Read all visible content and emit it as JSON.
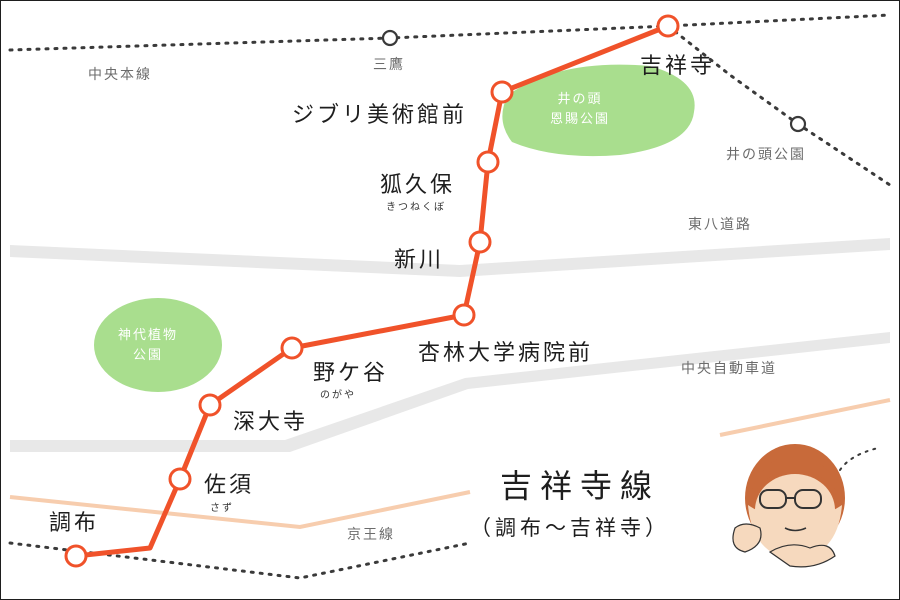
{
  "map": {
    "title": "吉祥寺線",
    "subtitle": "（調布～吉祥寺）",
    "route_stations": [
      {
        "id": "kichijoji",
        "name": "吉祥寺",
        "kana": ""
      },
      {
        "id": "ghibli",
        "name": "ジブリ美術館前",
        "kana": ""
      },
      {
        "id": "komae",
        "name": "狐久保",
        "kana": "きつねくぼ"
      },
      {
        "id": "shinkawa",
        "name": "新川",
        "kana": ""
      },
      {
        "id": "kyorin",
        "name": "杏林大学病院前",
        "kana": ""
      },
      {
        "id": "nogaya",
        "name": "野ケ谷",
        "kana": "のがや"
      },
      {
        "id": "jindaiji",
        "name": "深大寺",
        "kana": ""
      },
      {
        "id": "sazu",
        "name": "佐須",
        "kana": "さず"
      },
      {
        "id": "chofu",
        "name": "調布",
        "kana": ""
      }
    ],
    "other_stations": [
      {
        "id": "mitaka",
        "name": "三鷹"
      },
      {
        "id": "inokashira",
        "name": "井の頭公園"
      }
    ],
    "railways": [
      {
        "id": "chuo",
        "name": "中央本線"
      },
      {
        "id": "keio",
        "name": "京王線"
      }
    ],
    "roads": [
      {
        "id": "higashi8",
        "name": "東八道路"
      },
      {
        "id": "chuo-expressway",
        "name": "中央自動車道"
      }
    ],
    "parks": [
      {
        "id": "inokashira-park",
        "name": "井の頭\n恩賜公園"
      },
      {
        "id": "jindai-botanical",
        "name": "神代植物\n公園"
      }
    ],
    "colors": {
      "route": "#F0522A",
      "station_fill": "#ffffff",
      "park": "#A9DE8E",
      "road": "#E8E8E8",
      "keio_line": "#F7CDAE",
      "rail_dots": "#3a3a3a",
      "label_gray": "#6c6c6c"
    },
    "character_icon": "glasses-girl-pointing"
  }
}
